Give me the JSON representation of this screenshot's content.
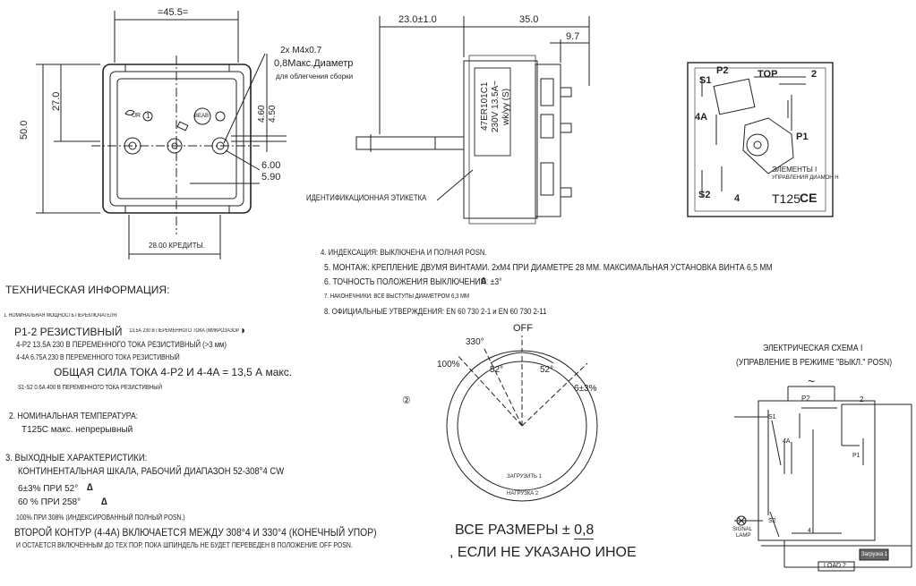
{
  "front_view": {
    "dim_width": "=45.5=",
    "dim_height": "50.0",
    "dim_upper": "27.0",
    "dim_460": "4.60",
    "dim_450": "4.50",
    "dim_600": "6.00",
    "dim_590": "5.90",
    "screw_note_1": "2x M4x0.7",
    "screw_note_2": "0,8Макс.Диаметр",
    "screw_note_3": "для облегчения сборки",
    "bottom_label": "28.00 КРЕДИТЫ.",
    "mark_ur": "UR",
    "mark_1": "1",
    "mark_beab": "BEAB"
  },
  "side_view": {
    "dim_shaft": "23.0±1.0",
    "dim_body": "35.0",
    "dim_97": "9.7",
    "label_line1": "47ER101C1",
    "label_line2": "230V 13.5A~",
    "label_line3": "wk/yy   (S)",
    "id_label": "ИДЕНТИФИКАЦИОННАЯ ЭТИКЕТКА"
  },
  "back_view": {
    "p2": "P2",
    "top": "TOP",
    "two": "2",
    "s1": "S1",
    "four_a": "4A",
    "p1": "P1",
    "s2": "S2",
    "four": "4",
    "elements_1": "ЭЛЕМЕНТЫ I",
    "elements_2": "УПРАВЛЕНИЯ ДИАМОН Н",
    "t125": "T125"
  },
  "notes": {
    "n4": "4. ИНДЕКСАЦИЯ: ВЫКЛЮЧЕНА И ПОЛНАЯ POSN.",
    "n5": "5. МОНТАЖ: КРЕПЛЕНИЕ ДВУМЯ ВИНТАМИ. 2хМ4 ПРИ ДИАМЕТРЕ 28 ММ. МАКСИМАЛЬНАЯ УСТАНОВКА ВИНТА 6,5 ММ",
    "n6": "6. ТОЧНОСТЬ ПОЛОЖЕНИЯ ВЫКЛЮЧЕНИЯ: ±3°",
    "n7": "7. НАКОНЕЧНИКИ: ВСЕ ВЫСТУПЫ ДИАМЕТРОМ 6,3 ММ",
    "n8": "8. ОФИЦИАЛЬНЫЕ УТВЕРЖДЕНИЯ: EN 60 730 2-1 и EN 60 730 2-11"
  },
  "tech": {
    "heading": "ТЕХНИЧЕСКАЯ ИНФОРМАЦИЯ:",
    "h1": "1. НОМИНАЛЬНАЯ МОЩНОСТЬ ПЕРЕКЛЮЧАТЕЛЯ:",
    "p12_big": "P1-2 РЕЗИСТИВНЫЙ",
    "p12_small": "' 13,5А 230 В ПЕРЕМЕННОГО ТОКА (МИКРОЗАЗОР",
    "p42": "4-P2 13.5A 230 В ПЕРЕМЕННОГО ТОКА РЕЗИСТИВНЫЙ (>3 мм)",
    "p44a": "4-4A 6.75A 230 В ПЕРЕМЕННОГО ТОКА РЕЗИСТИВНЫЙ",
    "total": "ОБЩАЯ СИЛА ТОКА 4-P2 И 4-4A = 13,5 А макс.",
    "s12": "S1-S2 0.6A 400 В ПЕРЕМЕННОГО ТОКА РЕЗИСТИВНЫЙ",
    "h2": "2. НОМИНАЛЬНАЯ ТЕМПЕРАТУРА:",
    "t125c": "T125C макс. непрерывный",
    "h3": "3. ВЫХОДНЫЕ ХАРАКТЕРИСТИКИ:",
    "scale": "КОНТИНЕНТАЛЬНАЯ ШКАЛА, РАБОЧИЙ ДИАПАЗОН 52-308°4 CW",
    "p6": "6±3% ПРИ 52°",
    "p60": "60 % ПРИ 258°",
    "p100": "100% ПРИ 308% (ИНДЕКСИРОВАННЫЙ ПОЛНЫЙ POSN.)",
    "second": "ВТОРОЙ КОНТУР (4-4A) ВКЛЮЧАЕТСЯ МЕЖДУ 308°4 И 330°4 (КОНЕЧНЫЙ УПОР)",
    "remain": "И ОСТАЕТСЯ ВКЛЮЧЕННЫМ ДО ТЕХ ПОР, ПОКА ШПИНДЕЛЬ НЕ БУДЕТ ПЕРЕВЕДЕН В ПОЛОЖЕНИЕ OFF POSN."
  },
  "dial": {
    "off": "OFF",
    "a330": "330°",
    "p100": "100%",
    "a52l": "52°",
    "a52r": "52°",
    "p6": "6±3%",
    "load1": "ЗАГРУЗИТЬ 1",
    "load2": "НАГРУЗКА 2",
    "mark": "②"
  },
  "tolerance": {
    "line1_prefix": "ВСЕ РАЗМЕРЫ ± ",
    "line1_value": "0,8",
    "line2": ", ЕСЛИ НЕ УКАЗАНО ИНОЕ"
  },
  "schematic": {
    "title1": "ЭЛЕКТРИЧЕСКАЯ СХЕМА I",
    "title2": "(УПРАВЛЕНИЕ В РЕЖИМЕ \"ВЫКЛ.\" POSN)",
    "tilde": "~",
    "p2": "P2",
    "two": "2",
    "s1": "S1",
    "four_a": "4A",
    "p1": "P1",
    "s2": "S2",
    "four": "4",
    "signal": "SIGNAL",
    "lamp": "LAMP",
    "load_box": "Загрузка 1",
    "load2": "LOAD 2"
  }
}
